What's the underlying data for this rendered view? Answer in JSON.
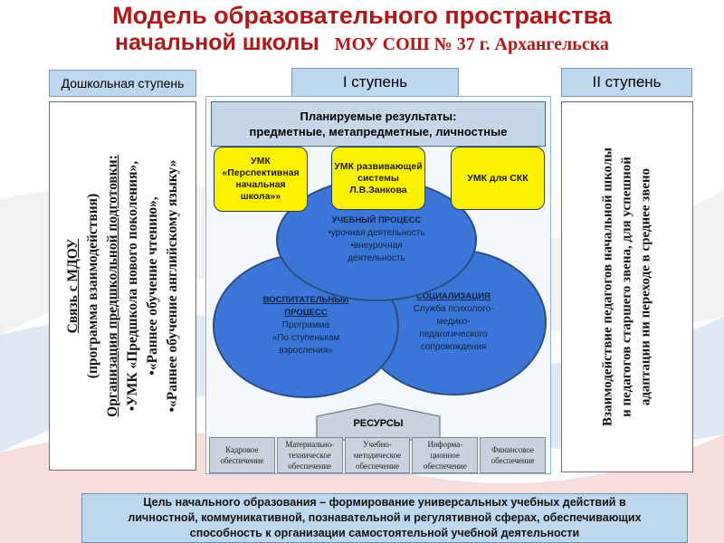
{
  "title": {
    "line1": "Модель образовательного пространства",
    "line2": "начальной школы",
    "school": "МОУ СОШ № 37 г. Архангельска"
  },
  "stages": {
    "preschool": "Дошкольная ступень",
    "first": "I ступень",
    "second": "II ступень"
  },
  "left_column": {
    "line1": "Связь с МДОУ",
    "line2": "(программа взаимодействия)",
    "line3": "Организация предшкольной подготовки:",
    "line4": "•УМК «Предшкола нового поколения»,",
    "line5": "•«Раннее обучение чтению»,",
    "line6": "•«Раннее обучение английскому языку»"
  },
  "right_column": {
    "line1": "Взаимодействие педагогов начальной школы",
    "line2": "и педагогов старшего звена, для успешной",
    "line3": "адаптации ни переходе в среднее звено"
  },
  "planned_results": {
    "line1": "Планируемые результаты:",
    "line2": "предметные, метапредметные, личностные"
  },
  "umk": [
    {
      "text": "УМК «Перспективная начальная школа»»"
    },
    {
      "text": "УМК развивающей системы Л.В.Занкова"
    },
    {
      "text": "УМК для СКК"
    }
  ],
  "circles": {
    "learning": {
      "title": "УЧЕБНЫЙ ПРОЦЕСС",
      "item1": "•урочная деятельность",
      "item2": "•внеурочная",
      "item3": "деятельность"
    },
    "upbringing": {
      "title1": "ВОСПИТАТЕЛЬНЫЙ",
      "title2": "ПРОЦЕСС",
      "line1": "Программа",
      "line2": "«По ступенькам",
      "line3": "взросления»"
    },
    "socialization": {
      "title": "СОЦИАЛИЗАЦИЯ",
      "line1": "Служба психолого-",
      "line2": "медико-",
      "line3": "педагогического",
      "line4": "сопровождения"
    }
  },
  "resources": {
    "label": "РЕСУРСЫ",
    "items": [
      "Кадровое обеспечение",
      "Материально-техническое обеспечение",
      "Учебно-методическое обеспечение",
      "Информа-ционное обеспечение",
      "Финансовое обеспечение"
    ]
  },
  "goal": {
    "line1": "Цель начального образования – формирование универсальных учебных действий в",
    "line2": "личностной, коммуникативной, познавательной и регулятивной сферах, обеспечивающих",
    "line3": "способность к организации самостоятельной учебной деятельности"
  },
  "colors": {
    "title": "#b01818",
    "circles": "#3c76d8",
    "umk": "#fff200",
    "stage": "#bcd7ee"
  }
}
